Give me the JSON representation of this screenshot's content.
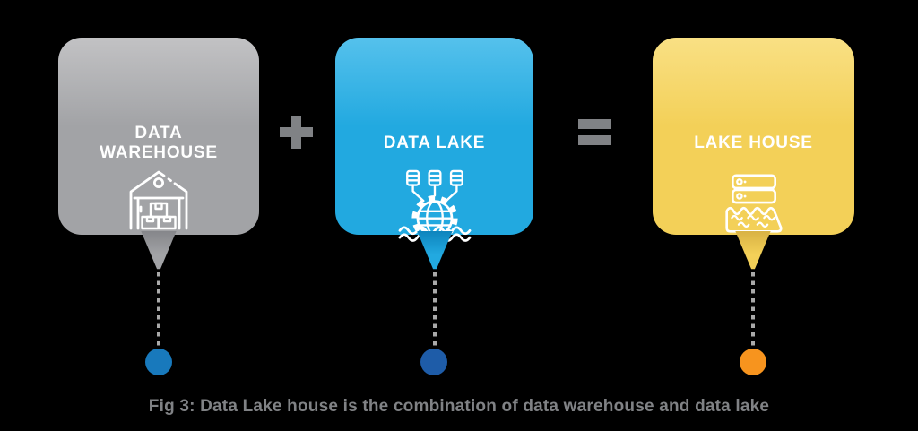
{
  "page": {
    "background_color": "#000000",
    "text_color": "#FFFFFF"
  },
  "cards": [
    {
      "label": "DATA WAREHOUSE",
      "color": "#A2A3A6",
      "icon": "warehouse-icon",
      "connector_dot_color": "#1879BC"
    },
    {
      "label": "DATA LAKE",
      "color": "#22A9E0",
      "icon": "data-lake-icon",
      "connector_dot_color": "#1E5CA8"
    },
    {
      "label": "LAKE HOUSE",
      "color": "#F3D058",
      "icon": "lake-house-icon",
      "connector_dot_color": "#F7941E"
    }
  ],
  "operators": {
    "plus": "+",
    "equals": "=",
    "color": "#808285"
  },
  "connector": {
    "dash_color": "#A9A9A9"
  },
  "caption": {
    "text": "Fig 3: Data Lake house is the combination of data warehouse and data lake",
    "color": "#808285"
  }
}
